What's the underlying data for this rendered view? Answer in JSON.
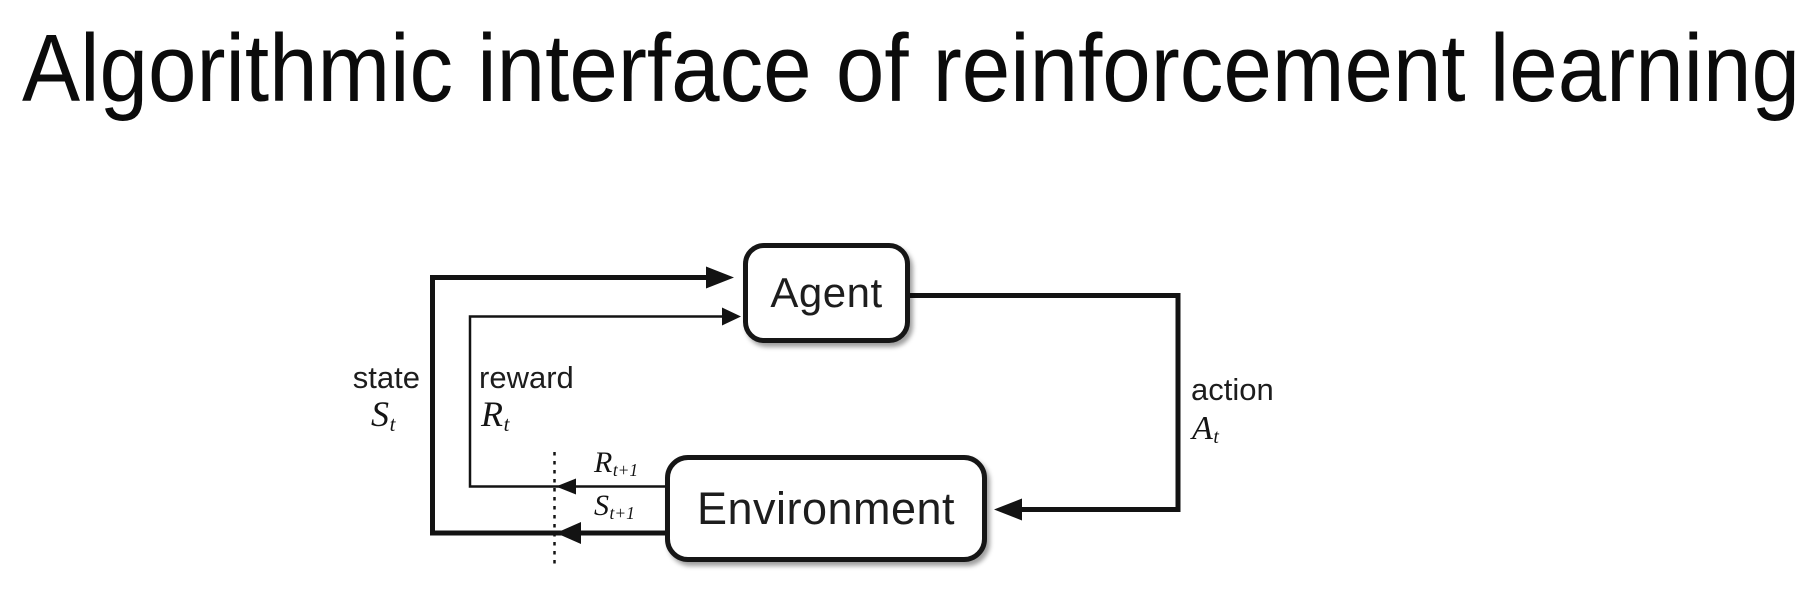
{
  "title": "Algorithmic interface of reinforcement learning",
  "diagram": {
    "agent_label": "Agent",
    "environment_label": "Environment",
    "state": {
      "word": "state",
      "symbol": "S",
      "subscript": "t"
    },
    "reward": {
      "word": "reward",
      "symbol": "R",
      "subscript": "t"
    },
    "action": {
      "word": "action",
      "symbol": "A",
      "subscript": "t"
    },
    "next_reward": {
      "symbol": "R",
      "subscript": "t+1"
    },
    "next_state": {
      "symbol": "S",
      "subscript": "t+1"
    },
    "colors": {
      "ink": "#131313",
      "background": "#ffffff"
    }
  }
}
